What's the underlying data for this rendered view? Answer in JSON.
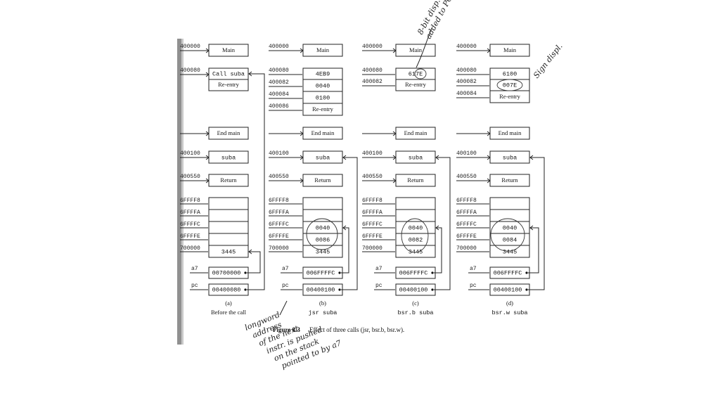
{
  "figure": {
    "number": "Figure 8.3",
    "title": "Effect of three calls (jsr, bsr.b, bsr.w)."
  },
  "panels": [
    {
      "id": "a",
      "label": "(a)",
      "caption": "Before the call",
      "blocks": [
        {
          "addr": "400000",
          "cells": [
            "Main"
          ]
        },
        {
          "addr": "400080",
          "cells": [
            "Call suba",
            "Re-entry"
          ]
        },
        {
          "addr": "",
          "cells": [
            "End main"
          ]
        },
        {
          "addr": "400100",
          "cells": [
            "suba"
          ]
        },
        {
          "addr": "400550",
          "cells": [
            "Return"
          ]
        }
      ],
      "stack_addrs": [
        "6FFFF8",
        "6FFFFA",
        "6FFFFC",
        "6FFFFE",
        "700000"
      ],
      "stack_cells": [
        "",
        "",
        "",
        "",
        "3445"
      ],
      "a7_label": "a7",
      "a7_value": "00700000",
      "pc_label": "pc",
      "pc_value": "00400080"
    },
    {
      "id": "b",
      "label": "(b)",
      "caption": "jsr suba",
      "blocks": [
        {
          "addr": "400000",
          "cells": [
            "Main"
          ]
        },
        {
          "addr_list": [
            "400080",
            "400082",
            "400084",
            "400086"
          ],
          "cells": [
            "4EB9",
            "0040",
            "0100",
            "Re-entry"
          ]
        },
        {
          "addr": "",
          "cells": [
            "End main"
          ]
        },
        {
          "addr": "400100",
          "cells": [
            "suba"
          ]
        },
        {
          "addr": "400550",
          "cells": [
            "Return"
          ]
        }
      ],
      "stack_addrs": [
        "6FFFF8",
        "6FFFFA",
        "6FFFFC",
        "6FFFFE",
        "700000"
      ],
      "stack_cells": [
        "",
        "",
        "0040",
        "0086",
        "3445"
      ],
      "a7_label": "a7",
      "a7_value": "006FFFFC",
      "pc_label": "pc",
      "pc_value": "00400100"
    },
    {
      "id": "c",
      "label": "(c)",
      "caption": "bsr.b suba",
      "blocks": [
        {
          "addr": "400000",
          "cells": [
            "Main"
          ]
        },
        {
          "addr_list": [
            "400080",
            "400082"
          ],
          "cells": [
            "617E",
            "Re-entry"
          ]
        },
        {
          "addr": "",
          "cells": [
            "End main"
          ]
        },
        {
          "addr": "400100",
          "cells": [
            "suba"
          ]
        },
        {
          "addr": "400550",
          "cells": [
            "Return"
          ]
        }
      ],
      "stack_addrs": [
        "6FFFF8",
        "6FFFFA",
        "6FFFFC",
        "6FFFFE",
        "700000"
      ],
      "stack_cells": [
        "",
        "",
        "0040",
        "0082",
        "3445"
      ],
      "a7_label": "a7",
      "a7_value": "006FFFFC",
      "pc_label": "pc",
      "pc_value": "00400100"
    },
    {
      "id": "d",
      "label": "(d)",
      "caption": "bsr.w suba",
      "blocks": [
        {
          "addr": "400000",
          "cells": [
            "Main"
          ]
        },
        {
          "addr_list": [
            "400080",
            "400082",
            "400084"
          ],
          "cells": [
            "6100",
            "007E",
            "Re-entry"
          ]
        },
        {
          "addr": "",
          "cells": [
            "End main"
          ]
        },
        {
          "addr": "400100",
          "cells": [
            "suba"
          ]
        },
        {
          "addr": "400550",
          "cells": [
            "Return"
          ]
        }
      ],
      "stack_addrs": [
        "6FFFF8",
        "6FFFFA",
        "6FFFFC",
        "6FFFFE",
        "700000"
      ],
      "stack_cells": [
        "",
        "",
        "0040",
        "0084",
        "3445"
      ],
      "a7_label": "a7",
      "a7_value": "006FFFFC",
      "pc_label": "pc",
      "pc_value": "00400100"
    }
  ],
  "handwriting": {
    "note_c": [
      "8-bit disp.",
      "added to PC"
    ],
    "note_d": "Sign displ.",
    "note_bottom": [
      "longword",
      "address",
      "of the next",
      "instr. is pushed",
      "on the stack",
      "pointed to by a7"
    ]
  }
}
